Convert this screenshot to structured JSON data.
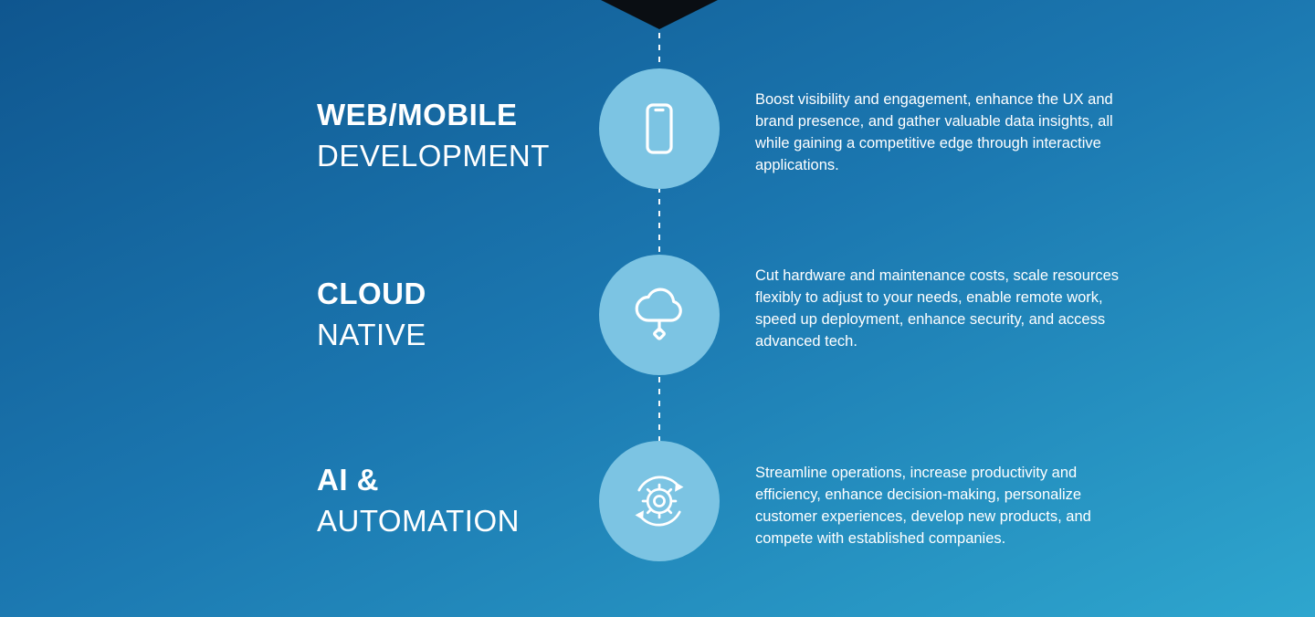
{
  "colors": {
    "background_top": "#0f568f",
    "background_bottom": "#2ea6ce",
    "circle_fill": "#7cc4e3",
    "icon_stroke": "#ffffff",
    "chevron": "#0a0e13",
    "text": "#ffffff"
  },
  "rows": [
    {
      "title_bold": "WEB/MOBILE",
      "title_light": "DEVELOPMENT",
      "icon": "smartphone-icon",
      "description": "Boost visibility and engagement, enhance the UX and brand presence, and gather valuable data insights, all while gaining a competitive edge through interactive applications."
    },
    {
      "title_bold": "CLOUD",
      "title_light": "NATIVE",
      "icon": "cloud-native-icon",
      "description": "Cut hardware and maintenance costs, scale resources flexibly to adjust to your needs, enable remote work, speed up deployment, enhance security, and access advanced tech."
    },
    {
      "title_bold": "AI &",
      "title_light": "AUTOMATION",
      "icon": "automation-gear-icon",
      "description": "Streamline operations, increase productivity and efficiency, enhance decision-making, personalize customer experiences, develop new products, and compete with established companies."
    }
  ]
}
